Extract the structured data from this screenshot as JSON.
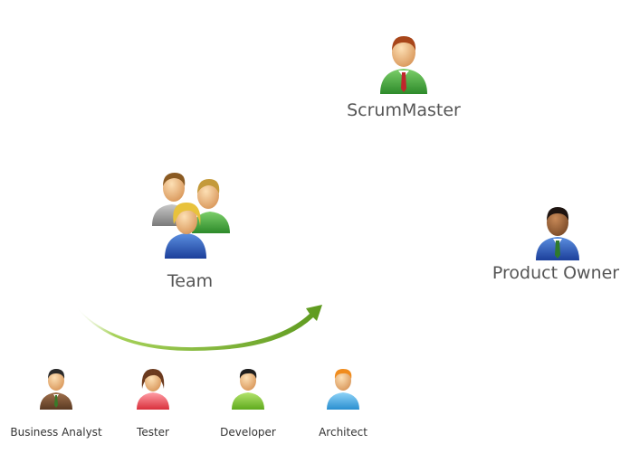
{
  "roles": {
    "scrum_master": {
      "label": "ScrumMaster",
      "icon": "businessman-red-tie-icon"
    },
    "team": {
      "label": "Team",
      "icon": "group-of-people-icon"
    },
    "product_owner": {
      "label": "Product Owner",
      "icon": "businessman-blue-suit-icon"
    }
  },
  "team_members": [
    {
      "label": "Business Analyst",
      "icon": "businessman-brown-suit-icon"
    },
    {
      "label": "Tester",
      "icon": "woman-pink-icon"
    },
    {
      "label": "Developer",
      "icon": "person-green-icon"
    },
    {
      "label": "Architect",
      "icon": "person-blue-icon"
    }
  ],
  "colors": {
    "arrow_green": "#7cb733",
    "label_gray": "#555555"
  }
}
